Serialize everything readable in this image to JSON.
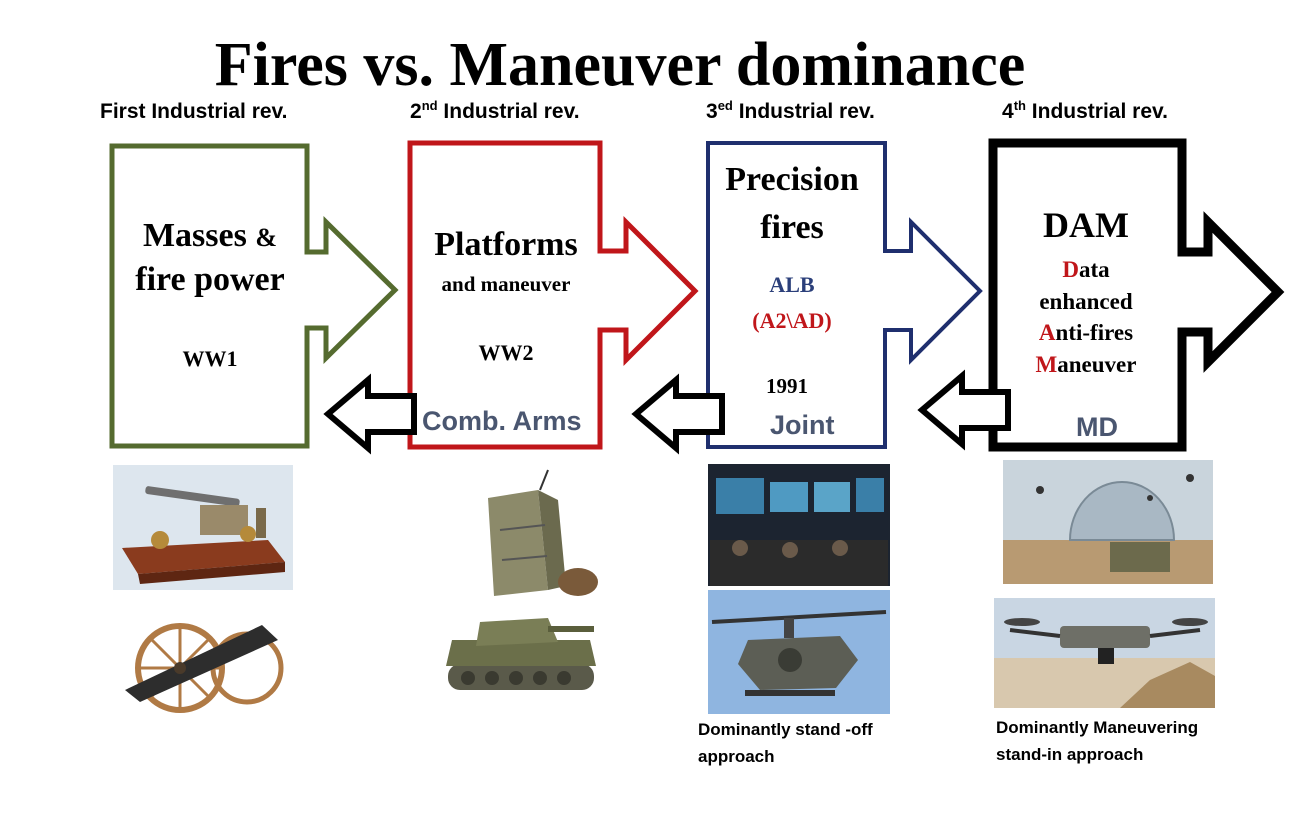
{
  "title": "Fires vs. Maneuver dominance",
  "colors": {
    "stage1": "#556b2f",
    "stage2": "#c0161a",
    "stage3": "#1f2f6e",
    "stage4": "#000000",
    "accent_red": "#c0161a",
    "bottom_label": "#4a5670"
  },
  "stages": [
    {
      "era_ordinal": "First",
      "era_suffix": "",
      "era_label": " Industrial rev.",
      "title_line1": "Masses",
      "title_amp": "&",
      "title_line2": "fire power",
      "war": "WW1",
      "images": [
        "telegraph-key",
        "cannon"
      ]
    },
    {
      "era_ordinal": "2",
      "era_suffix": "nd",
      "era_label": " Industrial rev.",
      "title_line1": "Platforms",
      "subtitle": "and maneuver",
      "war": "WW2",
      "bottom_label": "Comb. Arms",
      "images": [
        "field-radio",
        "tank"
      ]
    },
    {
      "era_ordinal": "3",
      "era_suffix": "ed",
      "era_label": " Industrial rev.",
      "title_line1": "Precision",
      "title_line2": "fires",
      "doctrine": "ALB",
      "doctrine2": "(A2\\AD)",
      "year": "1991",
      "bottom_label": "Joint",
      "images": [
        "command-center",
        "helicopter"
      ],
      "caption": "Dominantly stand -off approach"
    },
    {
      "era_ordinal": "4",
      "era_suffix": "th",
      "era_label": " Industrial rev.",
      "title_line1": "DAM",
      "acronym": [
        {
          "initial": "D",
          "rest": "ata"
        },
        {
          "initial": "",
          "rest": "enhanced"
        },
        {
          "initial": "A",
          "rest": "nti-fires"
        },
        {
          "initial": "M",
          "rest": "aneuver"
        }
      ],
      "bottom_label": "MD",
      "images": [
        "future-battlefield",
        "drone"
      ],
      "caption": "Dominantly Maneuvering stand-in approach"
    }
  ]
}
